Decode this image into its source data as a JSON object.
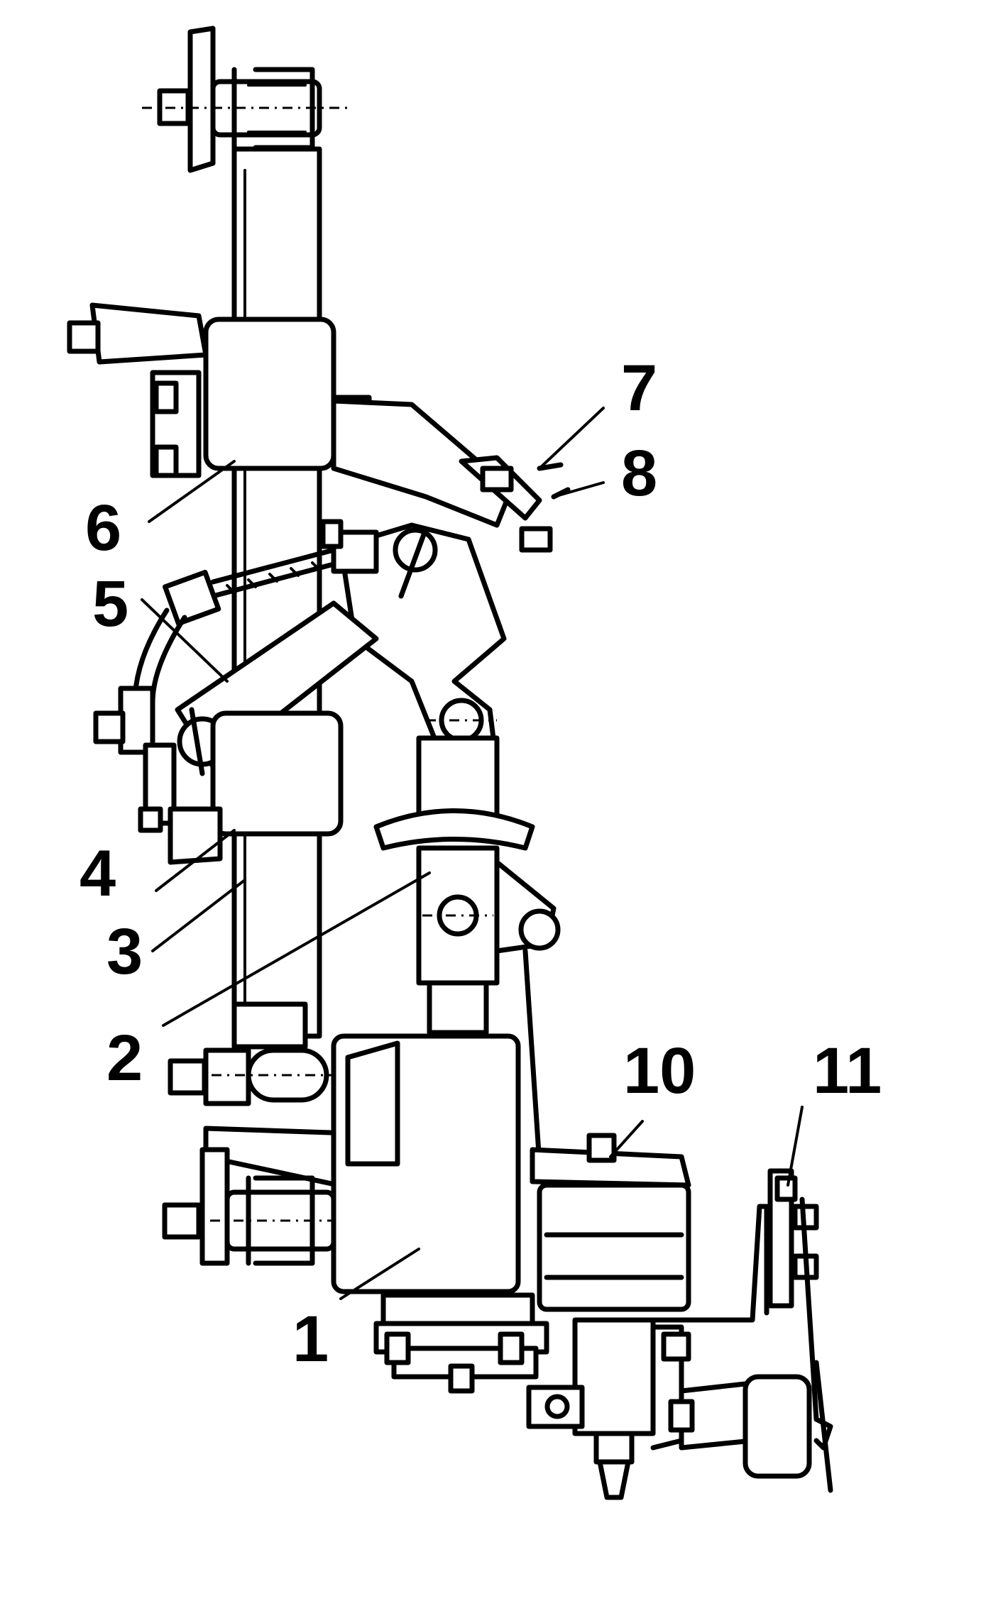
{
  "labels": {
    "l1": "1",
    "l2": "2",
    "l3": "3",
    "l4": "4",
    "l5": "5",
    "l6": "6",
    "l7": "7",
    "l8": "8",
    "l10": "10",
    "l11": "11"
  },
  "colors": {
    "ink": "#000000",
    "paper": "#ffffff"
  }
}
